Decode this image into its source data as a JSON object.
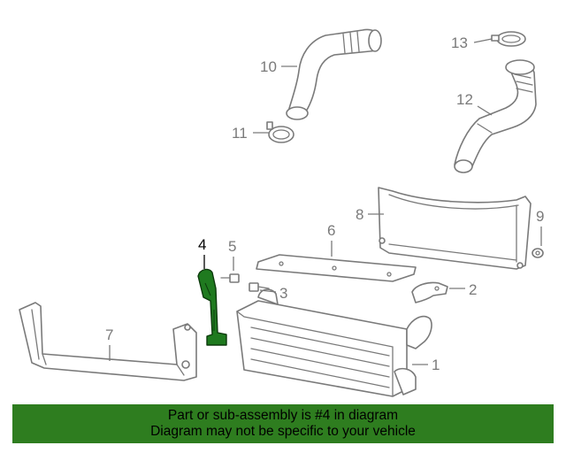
{
  "diagram": {
    "highlight_color": "#2e7d1f",
    "callouts": [
      {
        "id": "1",
        "label": "1"
      },
      {
        "id": "2",
        "label": "2"
      },
      {
        "id": "3",
        "label": "3"
      },
      {
        "id": "4",
        "label": "4",
        "highlighted": true
      },
      {
        "id": "5",
        "label": "5"
      },
      {
        "id": "6",
        "label": "6"
      },
      {
        "id": "7",
        "label": "7"
      },
      {
        "id": "8",
        "label": "8"
      },
      {
        "id": "9",
        "label": "9"
      },
      {
        "id": "10",
        "label": "10"
      },
      {
        "id": "11",
        "label": "11"
      },
      {
        "id": "12",
        "label": "12"
      },
      {
        "id": "13",
        "label": "13"
      }
    ]
  },
  "banner": {
    "line1": "Part or sub-assembly is #4 in diagram",
    "line2": "Diagram may not be specific to your vehicle"
  }
}
